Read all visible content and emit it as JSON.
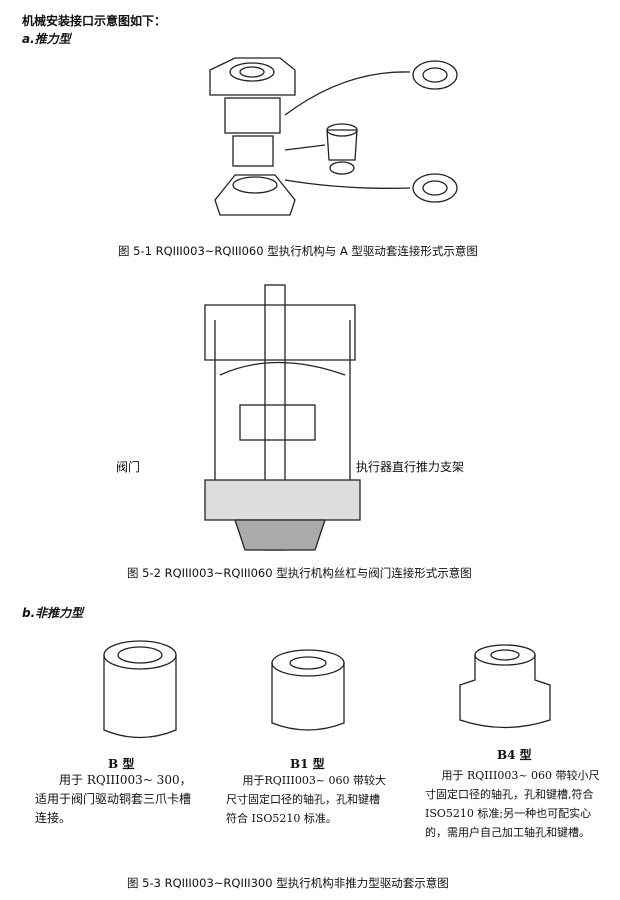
{
  "heading": "机械安装接口示意图如下：",
  "section_a": "a.推力型",
  "fig1_caption": "图 5-1    RQIII003~RQIII060 型执行机构与 A 型驱动套连接形式示意图",
  "fig2_labels": {
    "valve": "阀门",
    "bracket": "执行器直行推力支架"
  },
  "fig2_caption": "图 5-2 RQIII003~RQIII060 型执行机构丝杠与阀门连接形式示意图",
  "section_b": "b.非推力型",
  "types": [
    {
      "name": "B 型",
      "desc": "用于 RQIII003~ 300，适用于阀门驱动铜套三爪卡槽连接。"
    },
    {
      "name": "B1 型",
      "desc": "用于RQIII003~ 060 带较大尺寸固定口径的轴孔，孔和键槽符合 ISO5210 标准。"
    },
    {
      "name": "B4 型",
      "desc": "用于 RQIII003~ 060 带较小尺寸固定口径的轴孔，孔和键槽,符合 ISO5210 标准;另一种也可配实心的，需用户自己加工轴孔和键槽。"
    }
  ],
  "fig3_caption": "图 5-3 RQIII003~RQIII300 型执行机构非推力型驱动套示意图"
}
